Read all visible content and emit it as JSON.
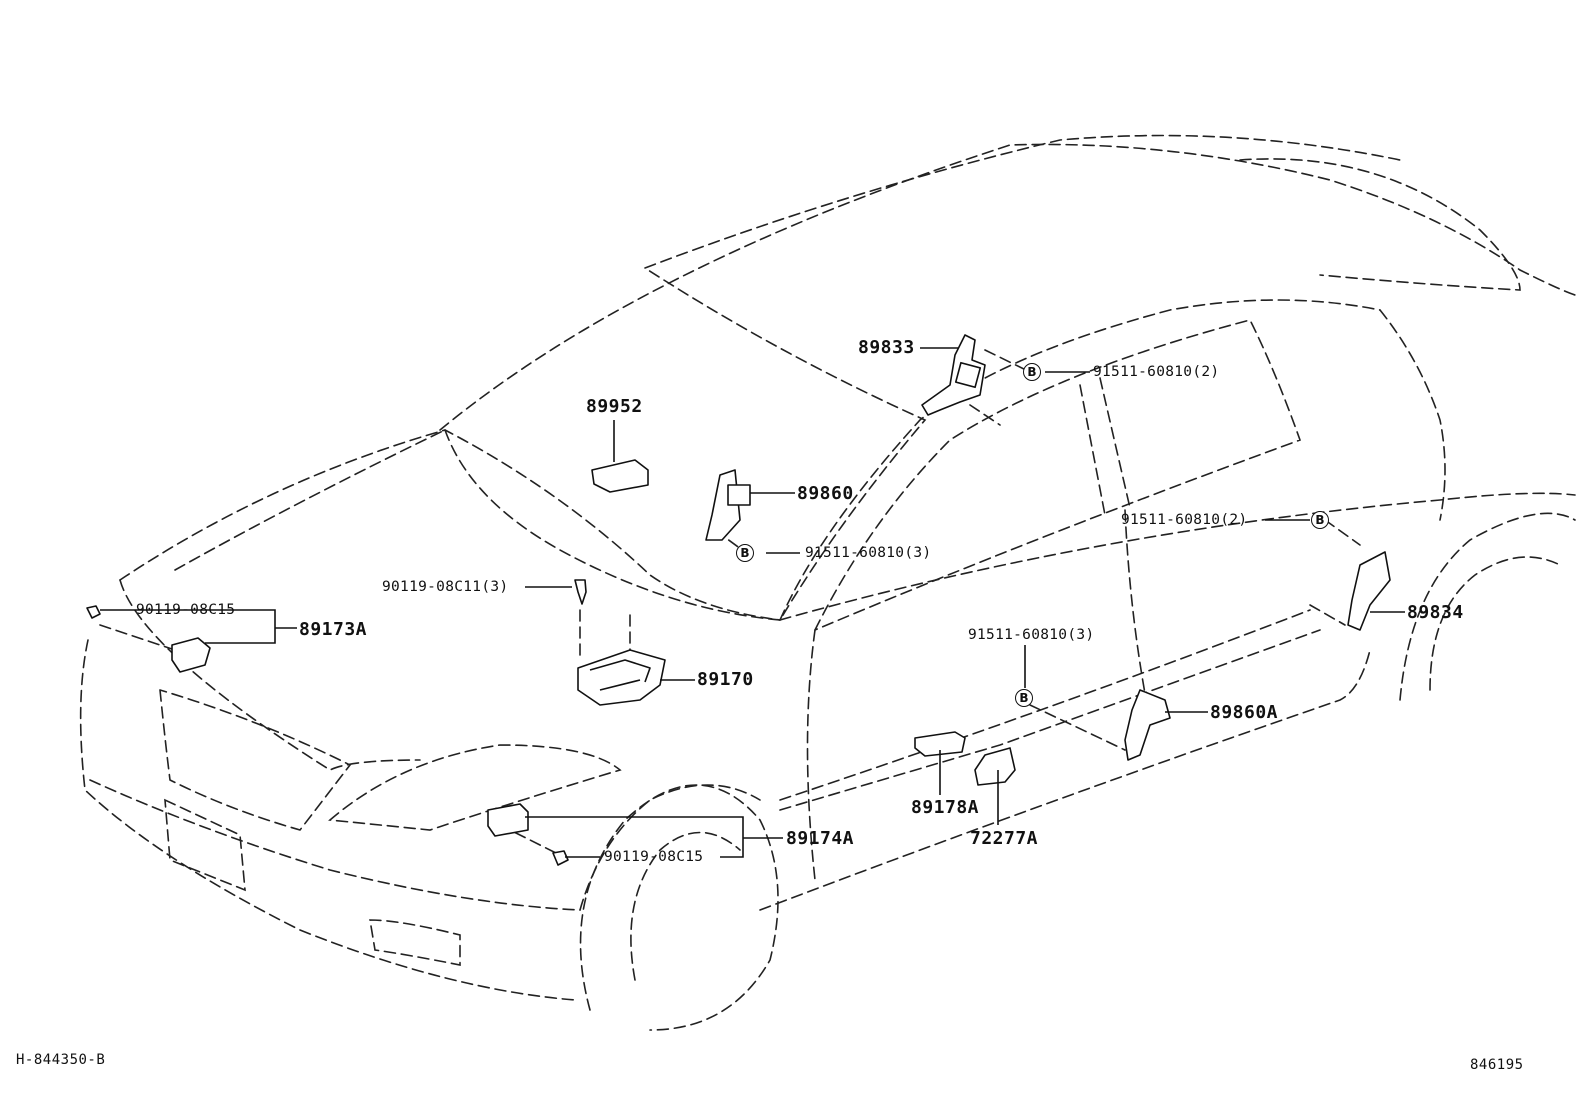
{
  "diagram": {
    "parts": {
      "p89833": "89833",
      "p89952": "89952",
      "p89860": "89860",
      "p89173A": "89173A",
      "p89170": "89170",
      "p89834": "89834",
      "p89860A": "89860A",
      "p89178A": "89178A",
      "p72277A": "72277A",
      "p89174A": "89174A"
    },
    "fasteners": {
      "f_top_right": "91511-60810(2)",
      "f_mid_right": "91511-60810(2)",
      "f_mid": "91511-60810(3)",
      "f_lower": "91511-60810(3)",
      "f_screw_89170": "90119-08C11(3)",
      "f_screw_89173A": "90119-08C15",
      "f_screw_89174A": "90119-08C15"
    },
    "marker_letter": "B",
    "footer": {
      "left": "H-844350-B",
      "right": "846195"
    }
  }
}
